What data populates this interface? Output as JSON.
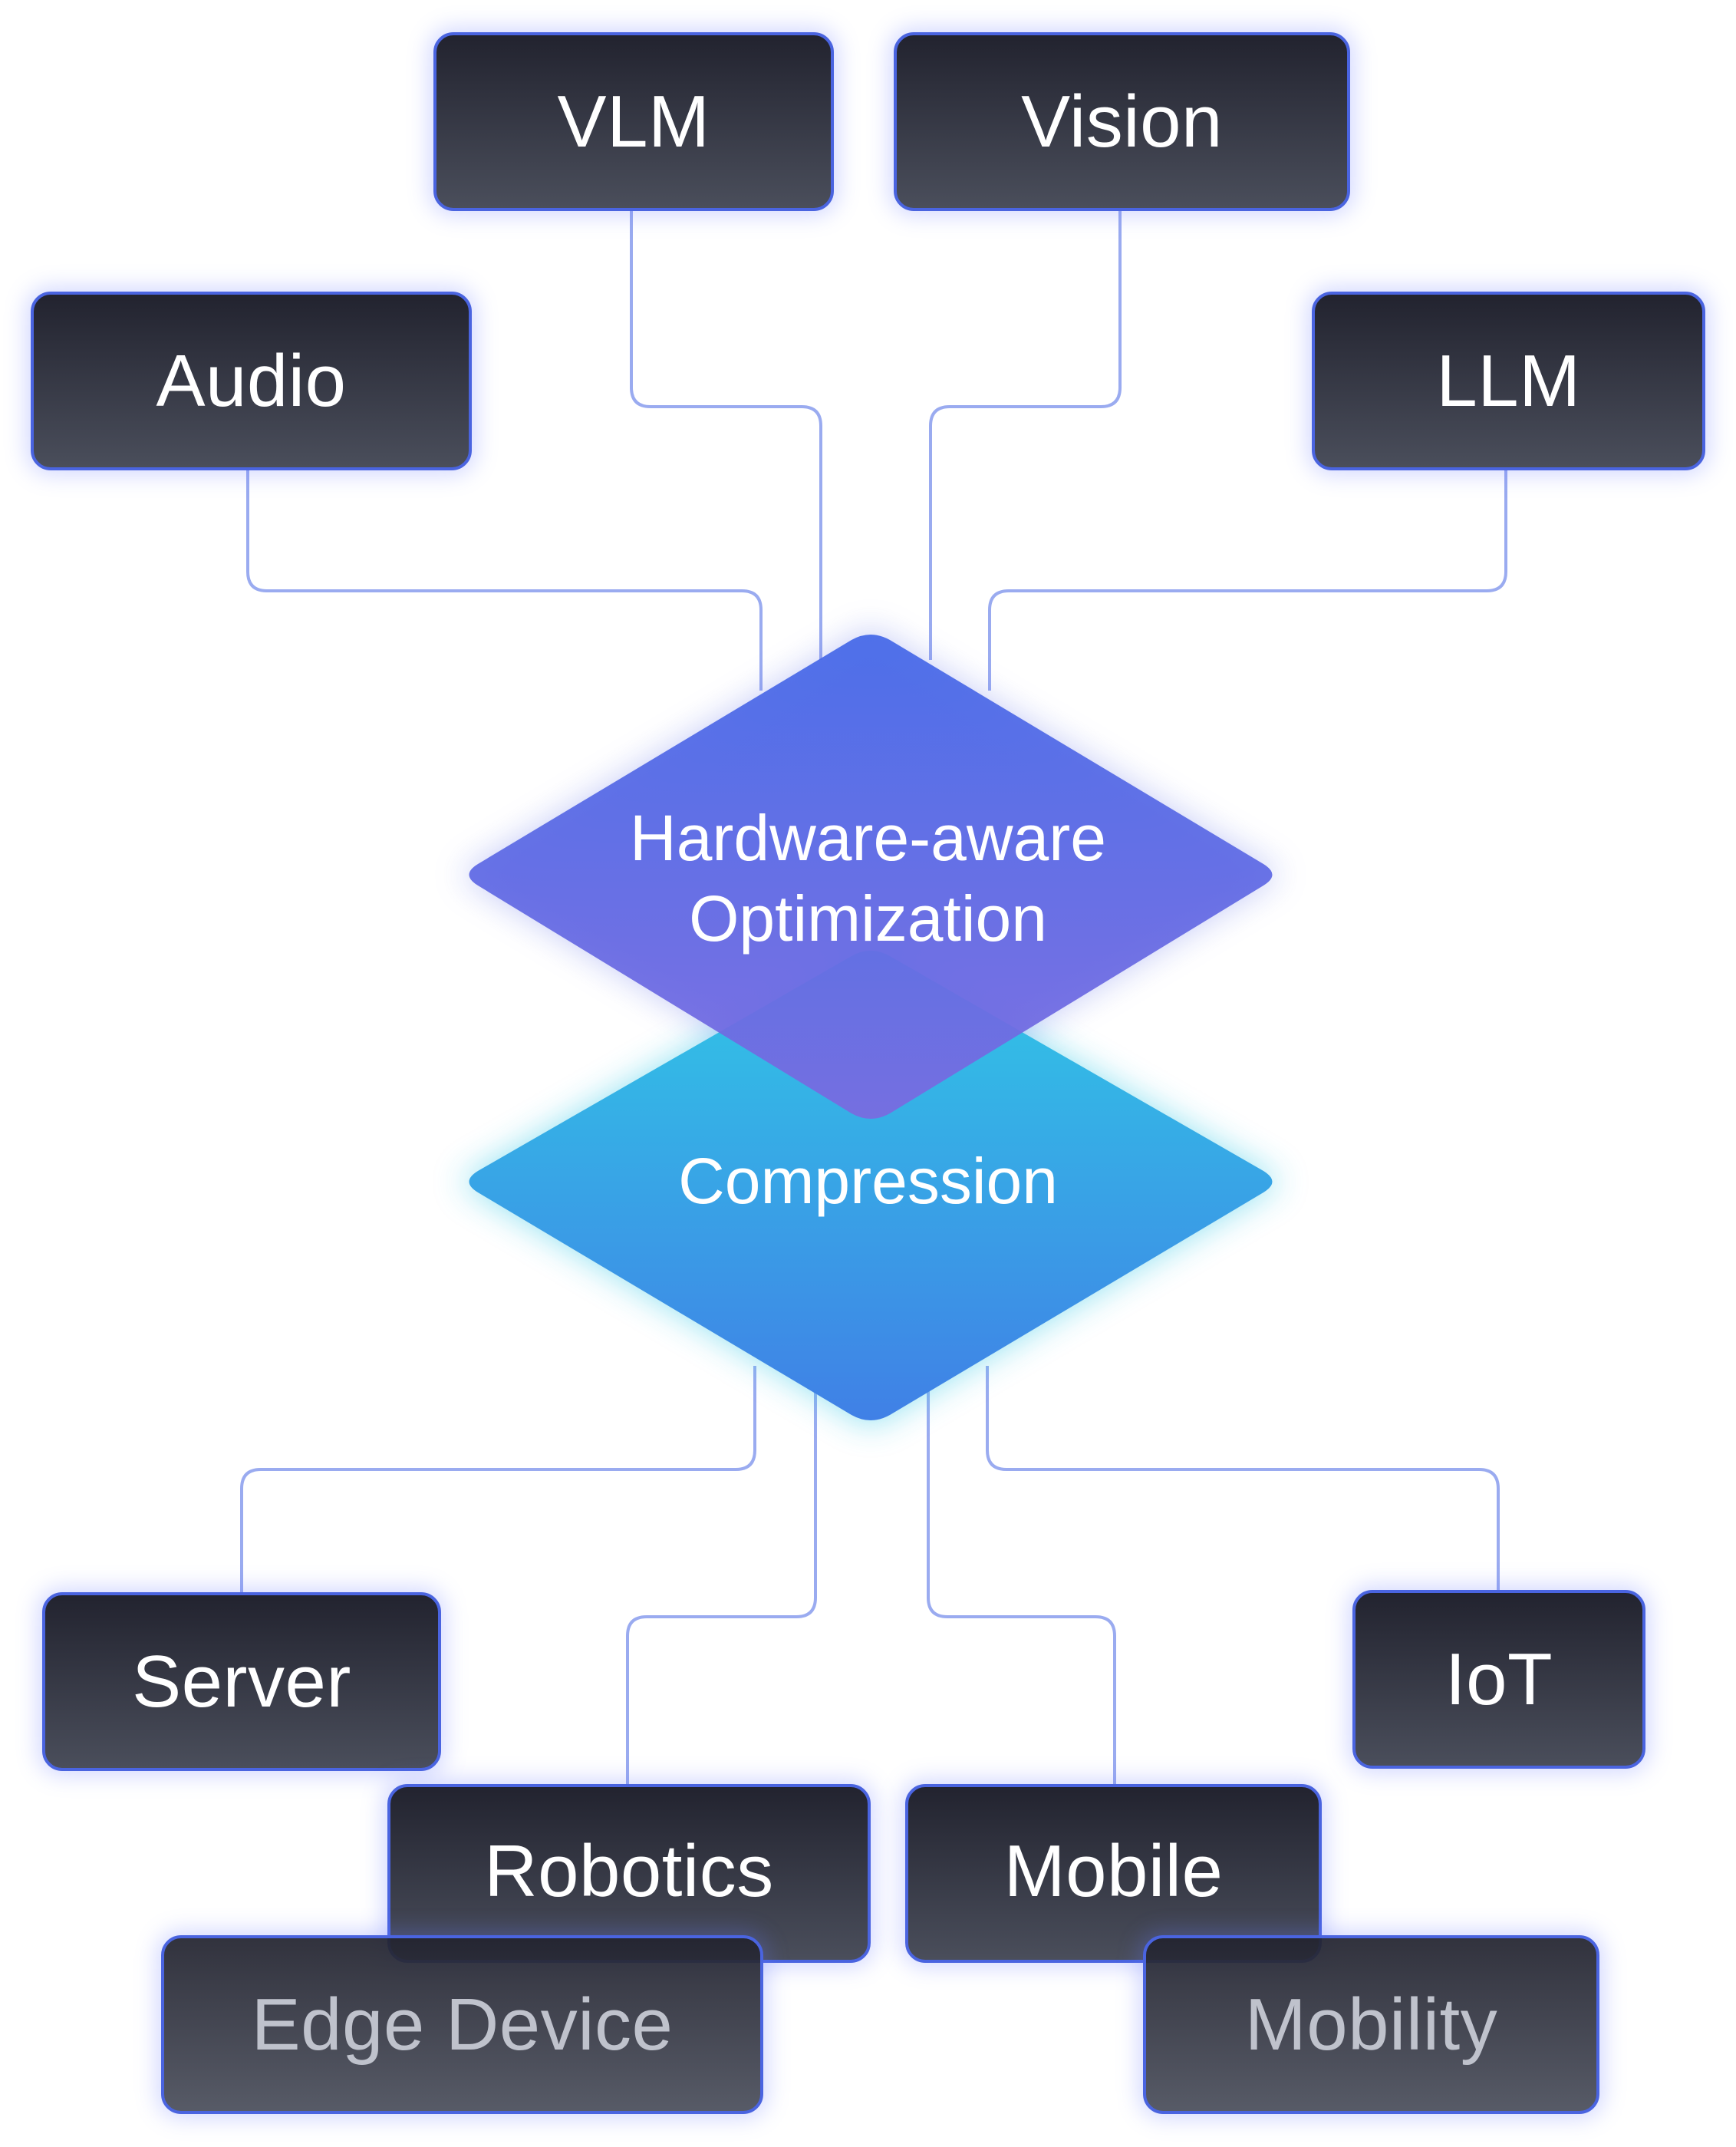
{
  "diagram": {
    "inputs": {
      "vlm": "VLM",
      "vision": "Vision",
      "audio": "Audio",
      "llm": "LLM"
    },
    "core": {
      "optimization_line1": "Hardware-aware",
      "optimization_line2": "Optimization",
      "compression": "Compression"
    },
    "targets": {
      "server": "Server",
      "iot": "IoT",
      "robotics": "Robotics",
      "mobile": "Mobile",
      "edge_device": "Edge Device",
      "mobility": "Mobility"
    },
    "colors": {
      "optimization_top": "#4468e8",
      "optimization_bottom": "#7a6ae0",
      "compression_top": "#30c8e6",
      "compression_bottom": "#4080e6",
      "connector": "#9aabf0",
      "box_border": "#4a64e0",
      "box_fill_top": "#22232f",
      "box_fill_bottom": "#4a4e5b"
    }
  }
}
